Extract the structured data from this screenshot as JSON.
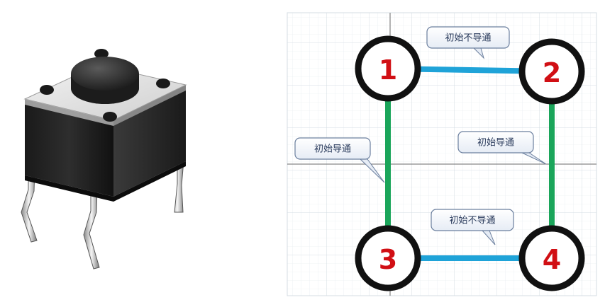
{
  "diagram": {
    "pins": [
      {
        "id": "1",
        "label": "1"
      },
      {
        "id": "2",
        "label": "2"
      },
      {
        "id": "3",
        "label": "3"
      },
      {
        "id": "4",
        "label": "4"
      }
    ],
    "connections": [
      {
        "from": "1",
        "to": "2",
        "label": "初始不导通",
        "state": "open",
        "color": "#1fa3d8"
      },
      {
        "from": "1",
        "to": "3",
        "label": "初始导通",
        "state": "connected",
        "color": "#1aa55a"
      },
      {
        "from": "2",
        "to": "4",
        "label": "初始导通",
        "state": "connected",
        "color": "#1aa55a"
      },
      {
        "from": "3",
        "to": "4",
        "label": "初始不导通",
        "state": "open",
        "color": "#1fa3d8"
      }
    ],
    "colors": {
      "pin_ring": "#111111",
      "pin_number": "#d10f14",
      "grid": "#c9d3dc",
      "crosshair": "#555555",
      "callout_border": "#6b7f9e"
    }
  }
}
